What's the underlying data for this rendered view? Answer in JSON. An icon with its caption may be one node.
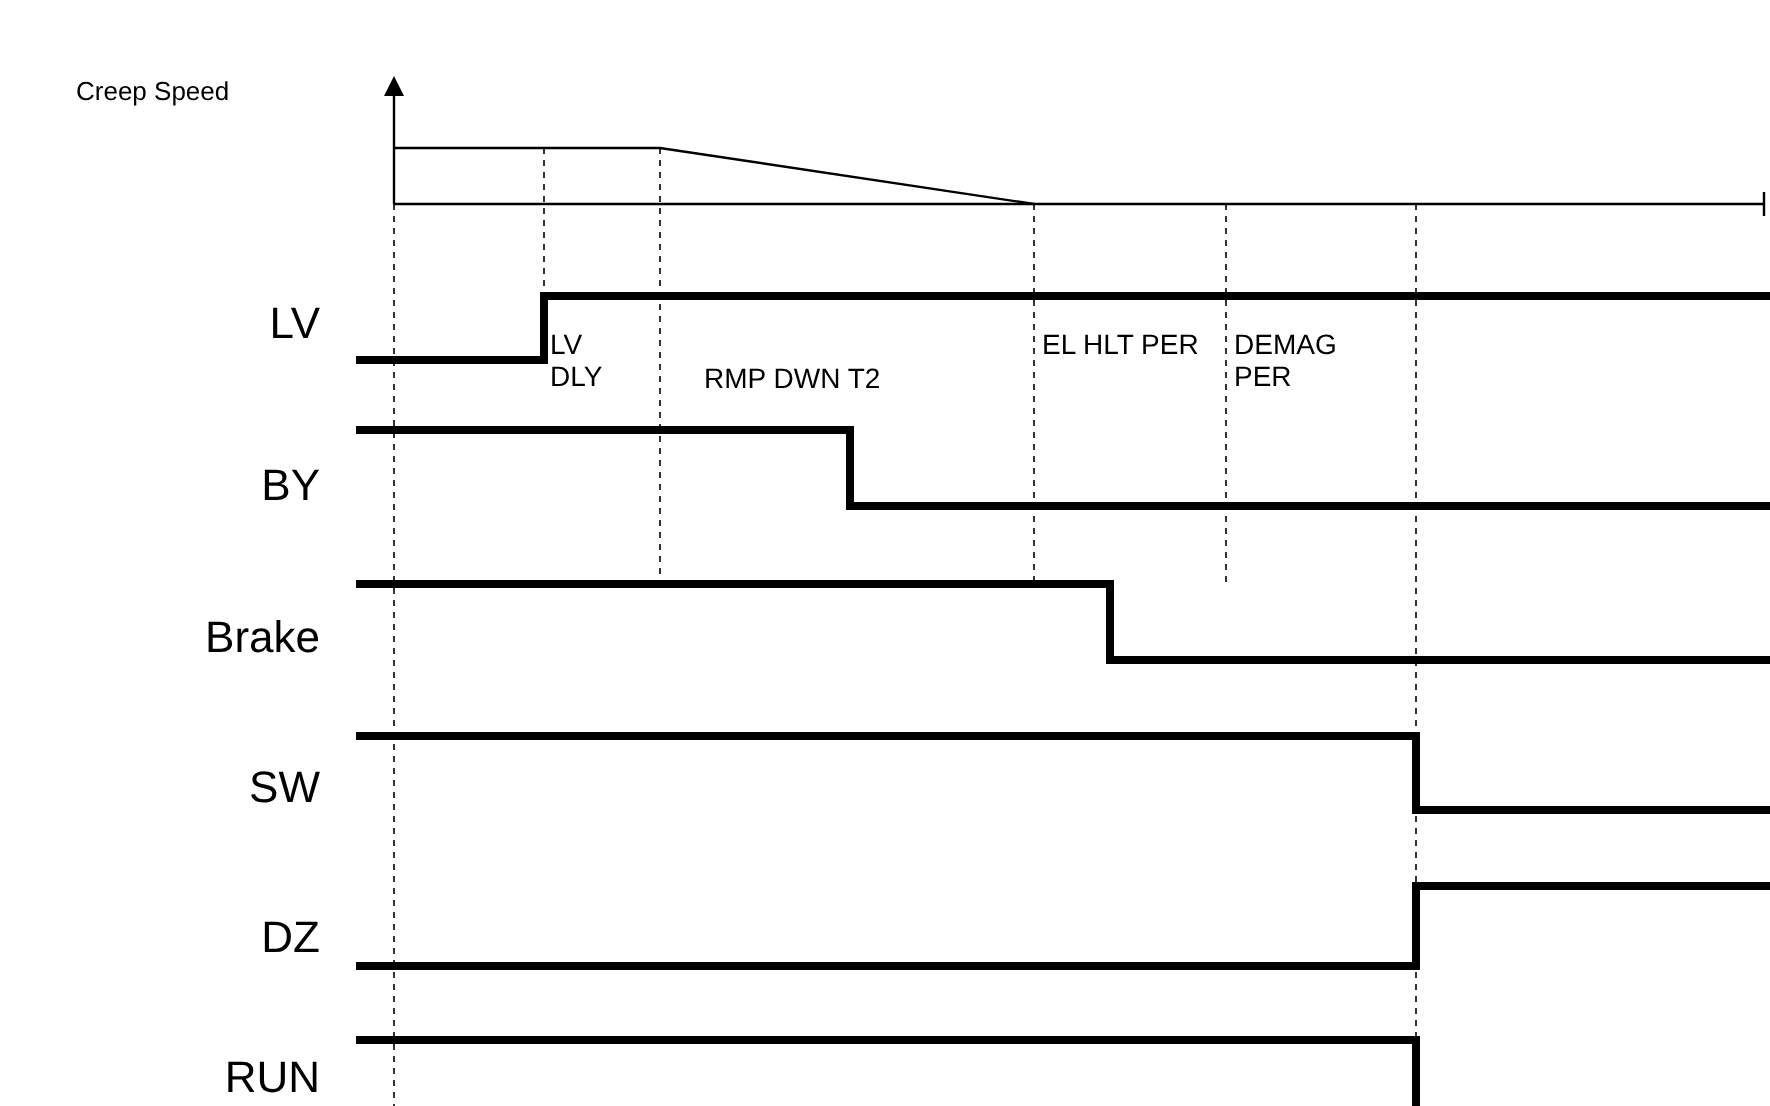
{
  "diagram": {
    "labels": [
      "Creep Speed",
      "LV",
      "LV DLY",
      "RMP DWN T2",
      "EL HLT PER",
      "DEMAG PER",
      "BY",
      "Brake",
      "SW",
      "DZ",
      "RUN"
    ]
  }
}
